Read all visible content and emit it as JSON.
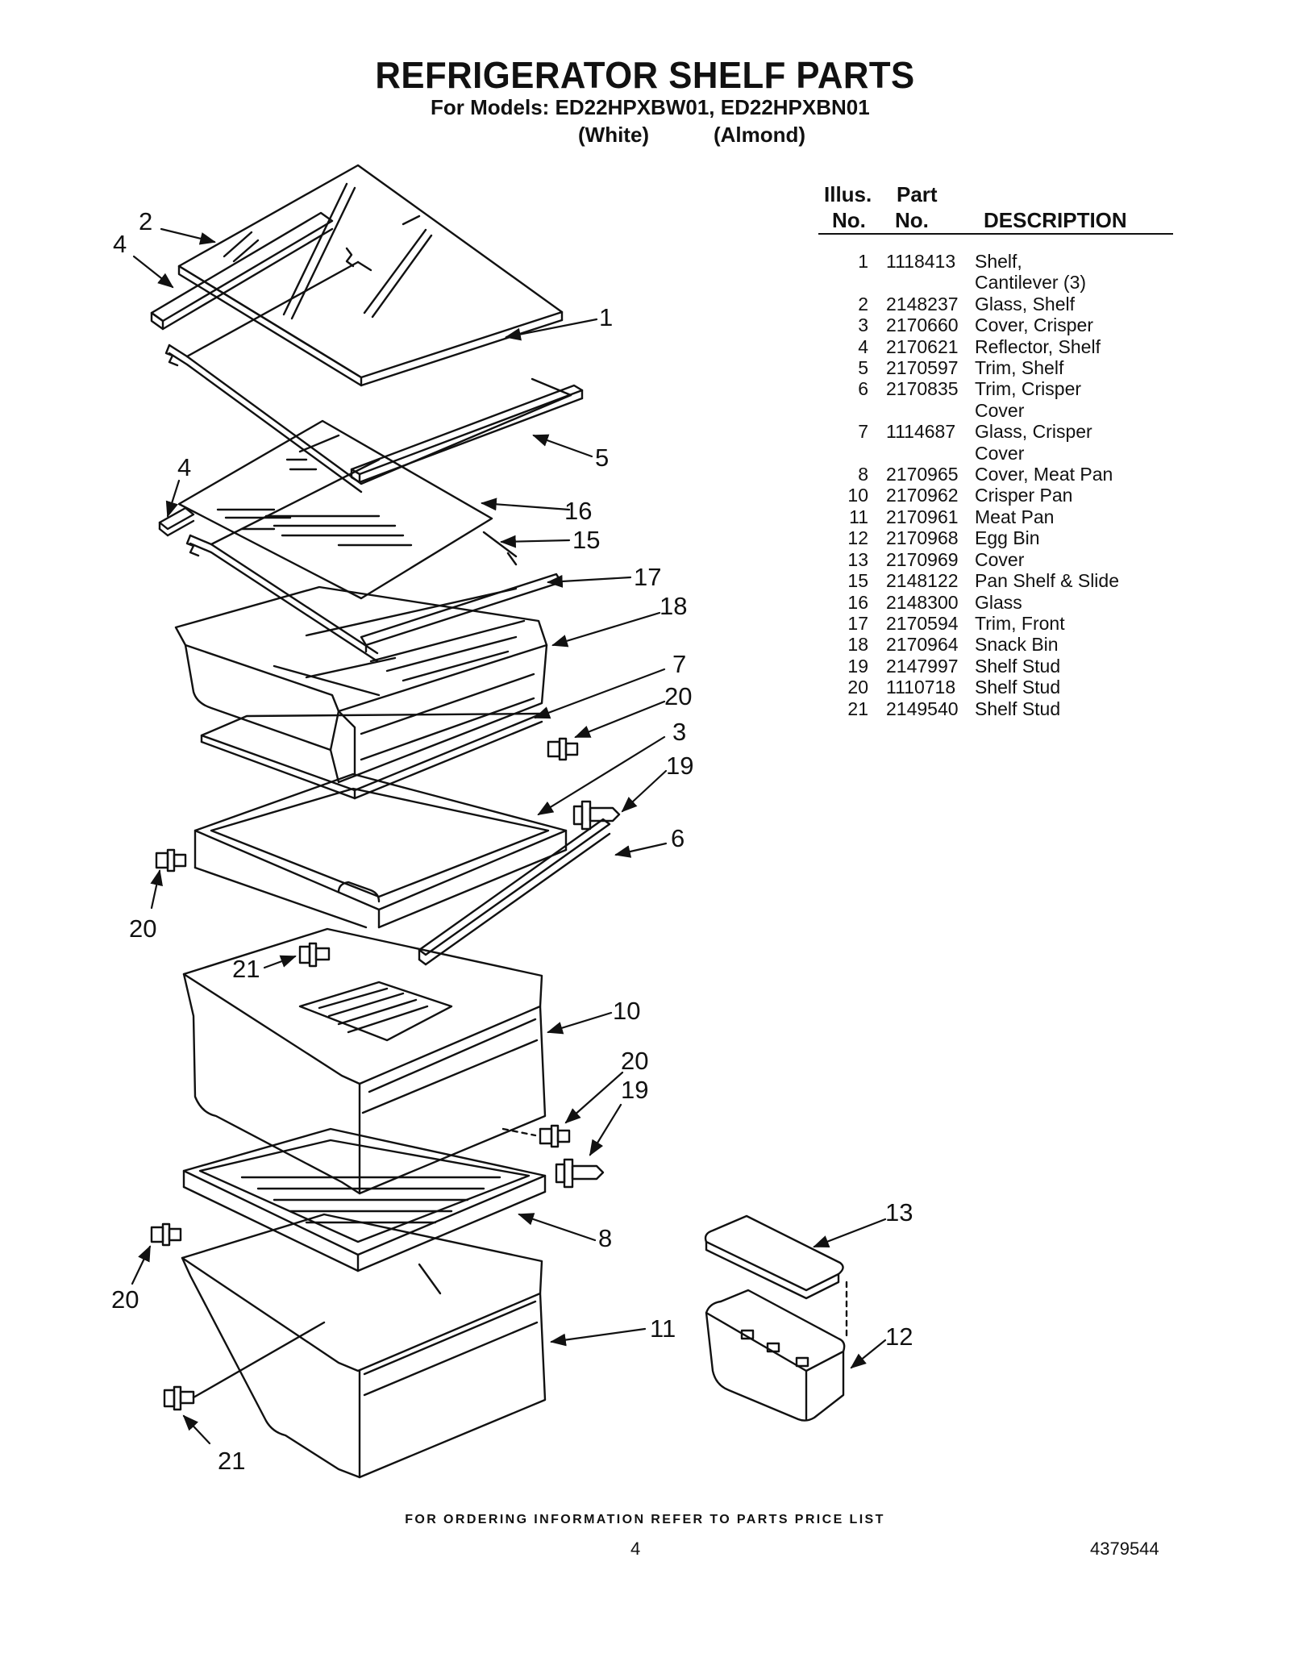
{
  "header": {
    "title": "REFRIGERATOR SHELF PARTS",
    "models_line": "For Models: ED22HPXBW01, ED22HPXBN01",
    "variant_white": "(White)",
    "variant_almond": "(Almond)"
  },
  "parts_table": {
    "col_illus_line1": "Illus.",
    "col_illus_line2": "No.",
    "col_part_line1": "Part",
    "col_part_line2": "No.",
    "col_description": "DESCRIPTION",
    "rows": [
      {
        "no": "1",
        "part": "1118413",
        "desc": "Shelf,",
        "desc2": "Cantilever (3)"
      },
      {
        "no": "2",
        "part": "2148237",
        "desc": "Glass, Shelf"
      },
      {
        "no": "3",
        "part": "2170660",
        "desc": "Cover, Crisper"
      },
      {
        "no": "4",
        "part": "2170621",
        "desc": "Reflector, Shelf"
      },
      {
        "no": "5",
        "part": "2170597",
        "desc": "Trim, Shelf"
      },
      {
        "no": "6",
        "part": "2170835",
        "desc": "Trim, Crisper",
        "desc2": "Cover"
      },
      {
        "no": "7",
        "part": "1114687",
        "desc": "Glass, Crisper",
        "desc2": "Cover"
      },
      {
        "no": "8",
        "part": "2170965",
        "desc": "Cover, Meat Pan"
      },
      {
        "no": "10",
        "part": "2170962",
        "desc": "Crisper Pan"
      },
      {
        "no": "11",
        "part": "2170961",
        "desc": "Meat Pan"
      },
      {
        "no": "12",
        "part": "2170968",
        "desc": "Egg Bin"
      },
      {
        "no": "13",
        "part": "2170969",
        "desc": "Cover"
      },
      {
        "no": "15",
        "part": "2148122",
        "desc": "Pan Shelf & Slide"
      },
      {
        "no": "16",
        "part": "2148300",
        "desc": "Glass"
      },
      {
        "no": "17",
        "part": "2170594",
        "desc": "Trim, Front"
      },
      {
        "no": "18",
        "part": "2170964",
        "desc": "Snack Bin"
      },
      {
        "no": "19",
        "part": "2147997",
        "desc": "Shelf Stud"
      },
      {
        "no": "20",
        "part": "1110718",
        "desc": "Shelf Stud"
      },
      {
        "no": "21",
        "part": "2149540",
        "desc": "Shelf Stud"
      }
    ]
  },
  "callouts": {
    "c1": "1",
    "c2": "2",
    "c3": "3",
    "c4a": "4",
    "c4b": "4",
    "c5": "5",
    "c6": "6",
    "c7": "7",
    "c8": "8",
    "c10": "10",
    "c11": "11",
    "c12": "12",
    "c13": "13",
    "c15": "15",
    "c16": "16",
    "c17": "17",
    "c18": "18",
    "c19a": "19",
    "c19b": "19",
    "c20a": "20",
    "c20b": "20",
    "c20c": "20",
    "c20d": "20",
    "c21a": "21",
    "c21b": "21"
  },
  "footer": {
    "ordering_note": "FOR ORDERING INFORMATION REFER TO PARTS PRICE LIST",
    "page_number": "4",
    "document_number": "4379544"
  }
}
